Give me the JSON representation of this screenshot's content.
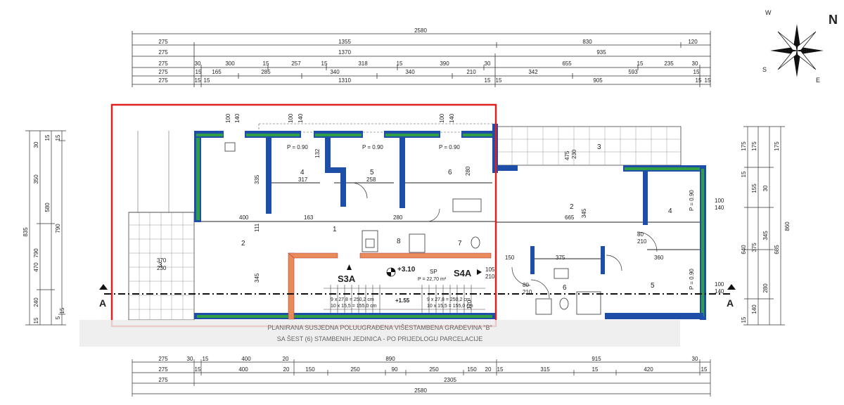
{
  "compass": {
    "n": "N",
    "s": "S",
    "e": "E",
    "w": "W"
  },
  "dims_top": {
    "row1": [
      "2580"
    ],
    "row2": [
      "275",
      "1355",
      "830",
      "120"
    ],
    "row3": [
      "275",
      "1370",
      "935"
    ],
    "row4": [
      "275",
      "30",
      "300",
      "15",
      "257",
      "15",
      "318",
      "15",
      "390",
      "30",
      "655",
      "15",
      "235",
      "30"
    ],
    "row5": [
      "275",
      "15",
      "165",
      "285",
      "340",
      "340",
      "210",
      "342",
      "593",
      "15"
    ],
    "row6": [
      "275",
      "15",
      "15",
      "1310",
      "15",
      "15",
      "905",
      "15",
      "15"
    ]
  },
  "dims_bottom": {
    "row1": [
      "275",
      "30",
      "15",
      "400",
      "20",
      "890",
      "915",
      "30"
    ],
    "row2": [
      "275",
      "15",
      "400",
      "20",
      "150",
      "250",
      "90",
      "250",
      "150",
      "20",
      "15",
      "315",
      "15",
      "420",
      "15"
    ],
    "row3": [
      "275",
      "2305"
    ],
    "row4": [
      "2580"
    ]
  },
  "dims_left": [
    "835",
    "790",
    "580",
    "350",
    "470",
    "240",
    "790",
    "15",
    "30",
    "15",
    "15",
    "5",
    "15"
  ],
  "dims_right": [
    "860",
    "685",
    "640",
    "375",
    "345",
    "155",
    "175",
    "175",
    "175",
    "30",
    "15",
    "140",
    "280",
    "15"
  ],
  "rooms": {
    "r1": "1",
    "r2": "2",
    "r3": "3",
    "r4": "4",
    "r5": "5",
    "r6": "6",
    "r7": "7",
    "r8": "8",
    "e2": "2",
    "e3": "3",
    "e4": "4",
    "e5": "5",
    "e6": "6"
  },
  "windows": {
    "p1": "P = 0.90",
    "p2": "P = 0.90",
    "p3": "P = 0.90",
    "p4": "P = 0.90",
    "p5": "P = 0.90"
  },
  "small_dims": {
    "d100a": "100",
    "d140a": "140",
    "d100b": "100",
    "d140b": "140",
    "d100c": "100",
    "d140c": "140",
    "d317": "317",
    "d258": "258",
    "d335": "335",
    "d132": "132",
    "d280": "280",
    "d400": "400",
    "d163": "163",
    "d280b": "280",
    "d665": "665",
    "d475": "475",
    "d230": "230",
    "d345": "345",
    "d370": "370",
    "d230b": "230",
    "d111": "111",
    "d345b": "345",
    "d150": "150",
    "d375": "375",
    "d360": "360",
    "d80a": "80",
    "d210a": "210",
    "d80b": "80",
    "d210b": "210",
    "d105": "105",
    "d210c": "210",
    "d120": "120",
    "d100d": "100",
    "d140d": "140",
    "d100e": "100",
    "d140e": "140"
  },
  "labels": {
    "s3a": "S3A",
    "s4a": "S4A",
    "level": "+3.10",
    "sp": "SP",
    "area": "P = 22,70 m²",
    "stair1": "9 x 27,8 = 250,2 cm",
    "stair2": "10 x 15,5 = 155,0 cm",
    "stair3": "9 x 27,8 = 250,2 cm",
    "stair4": "10 x 15,5 = 155,0 cm",
    "level2": "+1.55",
    "section_left": "A",
    "section_right": "A"
  },
  "banner": {
    "line1": "PLANIRANA SUSJEDNA POLUUGRAĐENA VIŠESTAMBENA GRAĐEVINA \"B\"",
    "line2": "SA ŠEST (6) STAMBENIH JEDINICA - PO PRIJEDLOGU PARCELACIJE"
  },
  "colors": {
    "wall_green": "#2f9e45",
    "wall_blue": "#1d4fa8",
    "wall_orange": "#e88a5a",
    "highlight": "#e02020"
  }
}
